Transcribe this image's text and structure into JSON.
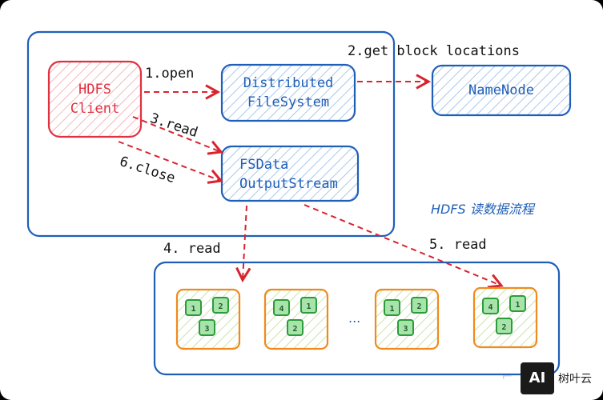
{
  "nodes": {
    "client": {
      "line1": "HDFS",
      "line2": "Client"
    },
    "dfs": {
      "line1": "Distributed",
      "line2": "FileSystem"
    },
    "fsdata": {
      "line1": "FSData",
      "line2": "OutputStream"
    },
    "namenode": {
      "label": "NameNode"
    }
  },
  "edges": {
    "open": "1.open",
    "get_block": "2.get block locations",
    "read3": "3.read",
    "read4": "4. read",
    "read5": "5. read",
    "close": "6.close"
  },
  "caption": "HDFS 读数据流程",
  "datanodes": [
    {
      "blocks": [
        "1",
        "2",
        "3"
      ]
    },
    {
      "blocks": [
        "4",
        "1",
        "2"
      ]
    },
    {
      "blocks": [
        "1",
        "2",
        "3"
      ]
    },
    {
      "blocks": [
        "4",
        "1",
        "2"
      ]
    }
  ],
  "ellipsis": "...",
  "watermark": {
    "logo": "AI",
    "text": "树叶云"
  },
  "colors": {
    "client": "#e03140",
    "hdfs_blue": "#1f5fb8",
    "arrow": "#d9232e",
    "datanode_border": "#f08a1c",
    "block_green": "#2a9d3a",
    "block_fill": "#8ad58f"
  }
}
